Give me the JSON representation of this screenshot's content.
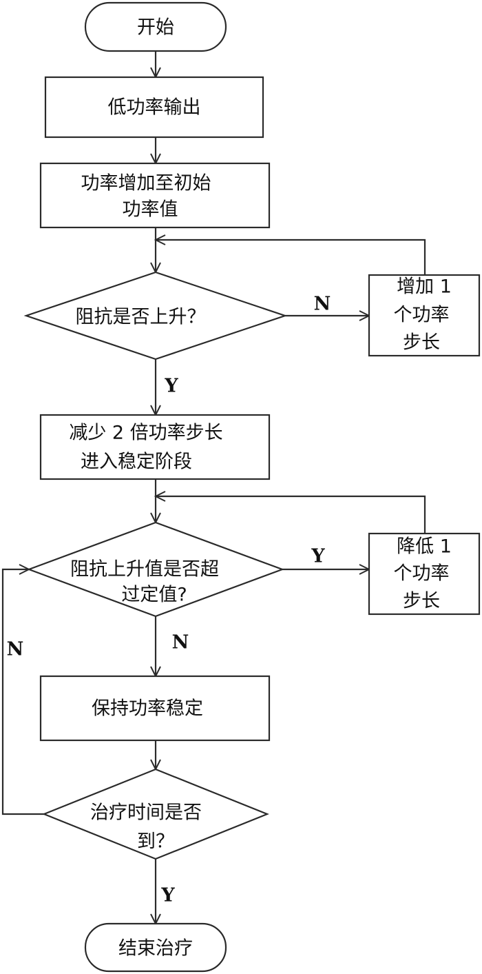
{
  "nodes": {
    "start": "开始",
    "low_power": "低功率输出",
    "increase_line1": "功率增加至初始",
    "increase_line2": "功率值",
    "decision1": "阻抗是否上升？",
    "step_up_line1": "增加 1",
    "step_up_line2": "个功率",
    "step_up_line3": "步长",
    "reduce_line1": "减少 2 倍功率步长",
    "reduce_line2": "进入稳定阶段",
    "decision2_line1": "阻抗上升值是否超",
    "decision2_line2": "过定值?",
    "step_down_line1": "降低 1",
    "step_down_line2": "个功率",
    "step_down_line3": "步长",
    "hold": "保持功率稳定",
    "decision3_line1": "治疗时间是否",
    "decision3_line2": "到？",
    "end": "结束治疗"
  },
  "branches": {
    "d1_no": "N",
    "d1_yes": "Y",
    "d2_yes": "Y",
    "d2_no": "N",
    "d3_no": "N",
    "d3_yes": "Y"
  }
}
